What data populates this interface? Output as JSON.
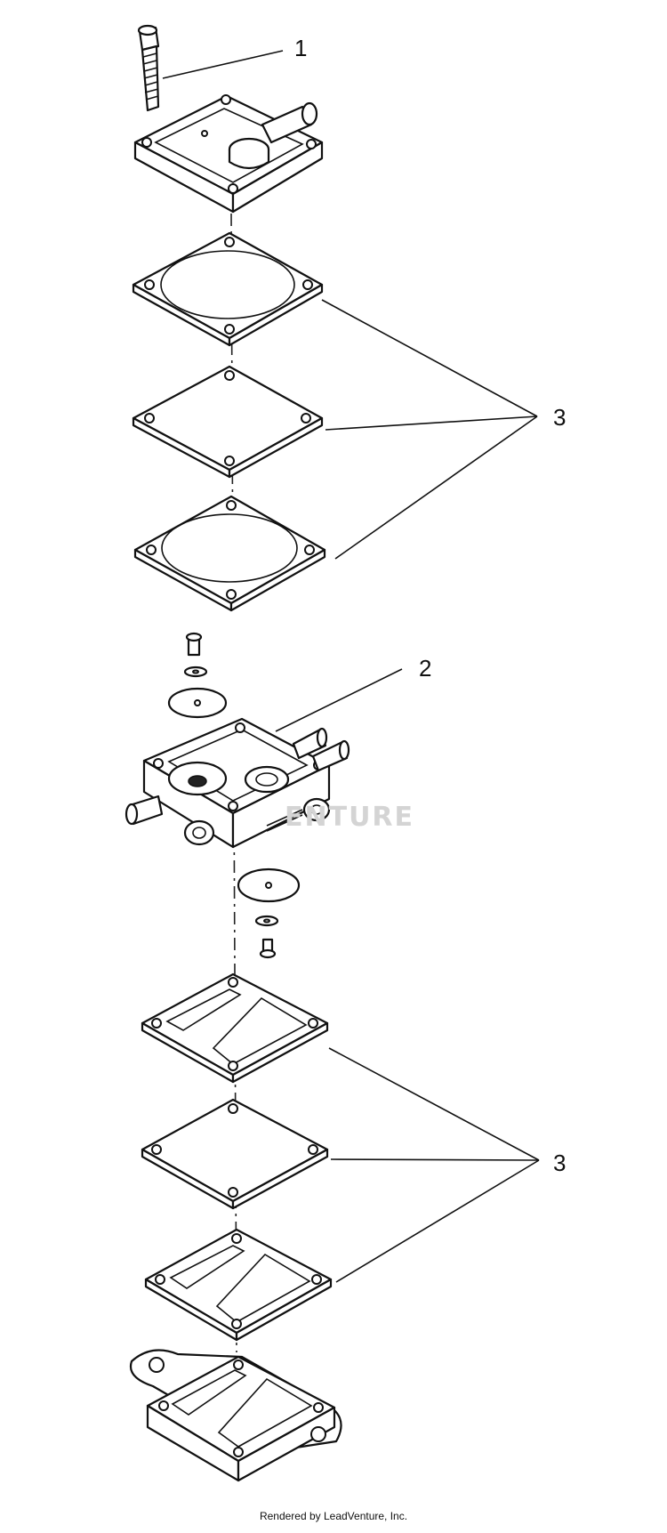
{
  "diagram": {
    "callouts": {
      "item_1": "1",
      "item_2": "2",
      "item_3_upper": "3",
      "item_3_lower": "3"
    },
    "watermark": "ENTURE",
    "credit": "Rendered by LeadVenture, Inc."
  },
  "colors": {
    "ink": "#111111",
    "paper": "#ffffff",
    "watermark": "#d4d4d4"
  }
}
